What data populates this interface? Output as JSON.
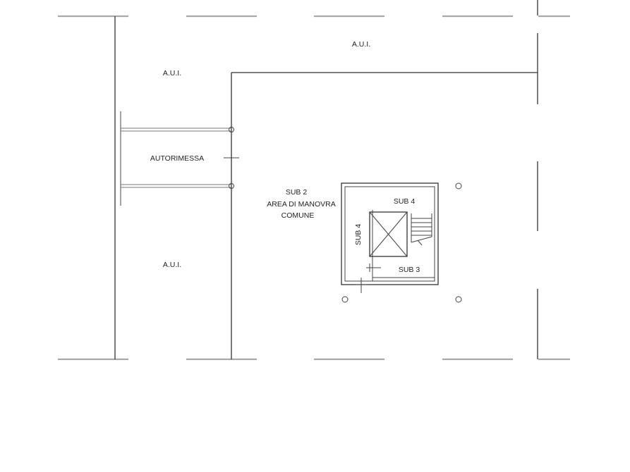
{
  "labels": {
    "aui_top": "A.U.I.",
    "aui_left_top": "A.U.I.",
    "aui_left_bottom": "A.U.I.",
    "autorimessa": "AUTORIMESSA",
    "sub2_line1": "SUB 2",
    "sub2_line2": "AREA DI MANOVRA",
    "sub2_line3": "COMUNE",
    "sub4_top": "SUB 4",
    "sub4_side": "SUB 4",
    "sub3": "SUB 3"
  }
}
